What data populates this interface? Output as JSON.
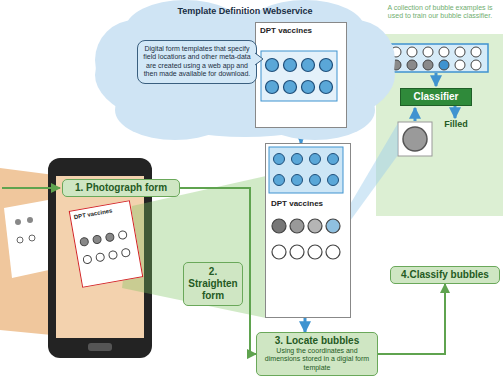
{
  "diagram": {
    "nodes": [
      {
        "text": [
          "Template Definition Webservice"
        ]
      },
      {
        "text": [
          "DPT vaccines"
        ],
        "in": 0
      },
      {
        "text": [
          "Digital form templates that specify field locations and other meta-data are created using a web app and then made available for download."
        ],
        "in": 0
      },
      {
        "text": [
          "1. Photograph form"
        ]
      },
      {
        "text": [
          "DPT vaccines"
        ]
      },
      {
        "text": [
          "2. Straighten form"
        ]
      },
      {
        "text": [
          "DPT vaccines"
        ]
      },
      {
        "text": [
          "3. Locate bubbles",
          "Using the coordinates and dimensions stored in a digial form template"
        ]
      },
      {
        "text": [
          "Classifier"
        ]
      },
      {
        "text": [
          "4.Classify bubbles"
        ]
      }
    ],
    "edges": [
      {
        "from": 3,
        "to": 7,
        "arrow": "to"
      },
      {
        "from": 1,
        "to": 6,
        "arrow": "to"
      },
      {
        "from": 6,
        "to": 7,
        "arrow": "to"
      },
      {
        "from": 7,
        "to": 9,
        "arrow": "to"
      }
    ],
    "labels": [
      "A collection of bubble examples is used to train our bubble classifier.",
      "Filled"
    ]
  }
}
